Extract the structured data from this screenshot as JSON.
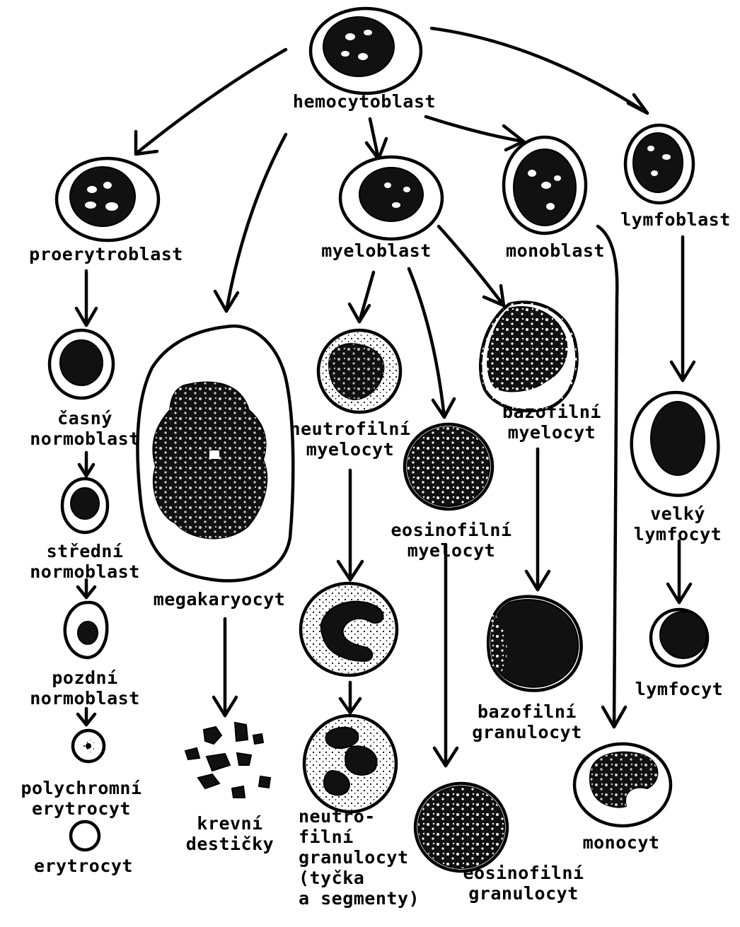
{
  "labels": {
    "hemocytoblast": "hemocytoblast",
    "proerytroblast": "proerytroblast",
    "casny_normoblast": "časný\nnormoblast",
    "stredni_normoblast": "střední\nnormoblast",
    "pozdni_normoblast": "pozdní\nnormoblast",
    "polychromni_erytrocyt": "polychromní\nerytrocyt",
    "erytrocyt": "erytrocyt",
    "megakaryocyt": "megakaryocyt",
    "krevni_desticky": "krevní\ndestičky",
    "myeloblast": "myeloblast",
    "neutrofilni_myelocyt": "neutrofilní\nmyelocyt",
    "neutrofilni_granulocyt": "neutro-\nfilní\ngranulocyt\n(tyčka\na segmenty)",
    "eosinofilni_myelocyt": "eosinofilní\nmyelocyt",
    "eosinofilni_granulocyt": "eosinofilní\ngranulocyt",
    "bazofilni_myelocyt": "bazofilní\nmyelocyt",
    "bazofilni_granulocyt": "bazofilní\ngranulocyt",
    "monoblast": "monoblast",
    "monocyt": "monocyt",
    "lymfoblast": "lymfoblast",
    "velky_lymfocyt": "velký\nlymfocyt",
    "lymfocyt": "lymfocyt"
  },
  "colors": {
    "ink": "#000000",
    "paper": "#ffffff",
    "nucleus": "#111111"
  }
}
